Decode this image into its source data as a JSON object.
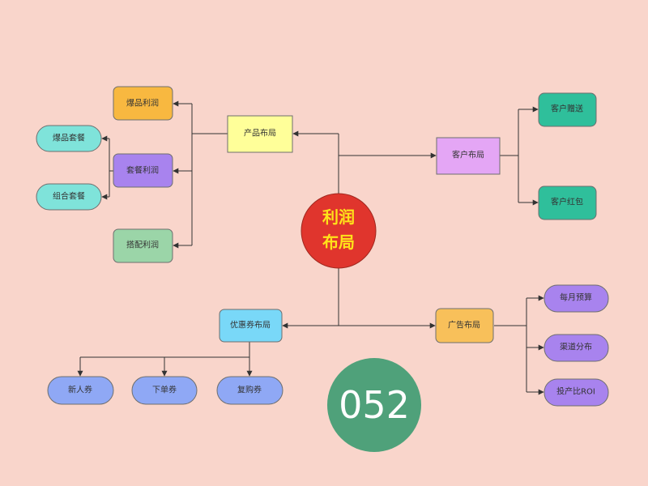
{
  "center": {
    "line1": "利润",
    "line2": "布局"
  },
  "badge": "052",
  "product": {
    "label": "产品布局",
    "children": [
      "爆品利润",
      "套餐利润",
      "搭配利润"
    ],
    "package_children": [
      "爆品套餐",
      "组合套餐"
    ]
  },
  "customer": {
    "label": "客户布局",
    "children": [
      "客户赠送",
      "客户红包"
    ]
  },
  "coupon": {
    "label": "优惠券布局",
    "children": [
      "新人券",
      "下单券",
      "复购券"
    ]
  },
  "ads": {
    "label": "广告布局",
    "children": [
      "每月预算",
      "渠道分布",
      "投产比ROI"
    ]
  },
  "colors": {
    "background": "#f9d5cb",
    "center": "#e0352d",
    "center_text": "#ffe21a",
    "badge": "#4fa17a",
    "product": "#ffff99",
    "customer": "#e4a6f5",
    "coupon": "#79d8f8",
    "ads": "#f8c05a",
    "orange_leaf": "#f8b840",
    "purple_leaf": "#a883ee",
    "green_leaf": "#9bd5a8",
    "cyan_leaf": "#7fe3da",
    "teal_leaf": "#2fbf9b",
    "blue_leaf": "#8fa8f5",
    "edge": "#333333"
  }
}
